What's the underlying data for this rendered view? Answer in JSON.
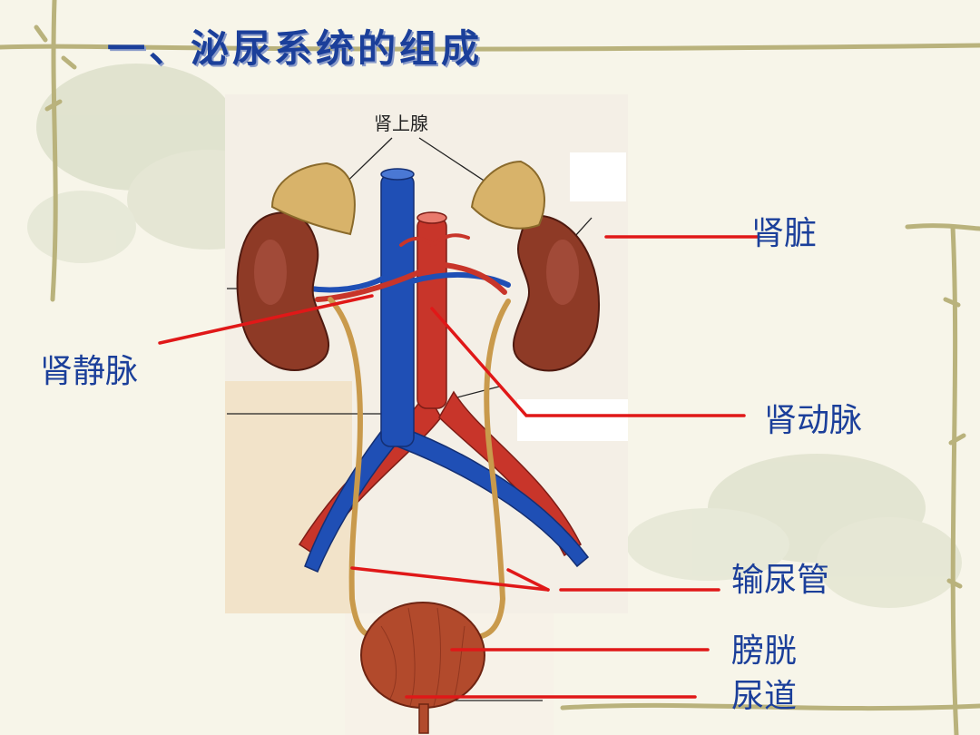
{
  "slide": {
    "title": "一、泌尿系统的组成"
  },
  "diagram": {
    "inline_label": "肾上腺",
    "labels": {
      "kidney": "肾脏",
      "renal_vein": "肾静脉",
      "renal_artery": "肾动脉",
      "ureter": "输尿管",
      "bladder": "膀胱",
      "urethra": "尿道"
    }
  },
  "colors": {
    "title": "#1b3f9a",
    "label": "#1b3f9a",
    "leader_line": "#e01818",
    "vein": "#1f4fb5",
    "artery": "#c8352a",
    "kidney": "#8e3a26",
    "adrenal": "#d8b36a",
    "bladder": "#b24a2c",
    "ureter": "#c99a4c",
    "background": "#f7f5e9"
  }
}
